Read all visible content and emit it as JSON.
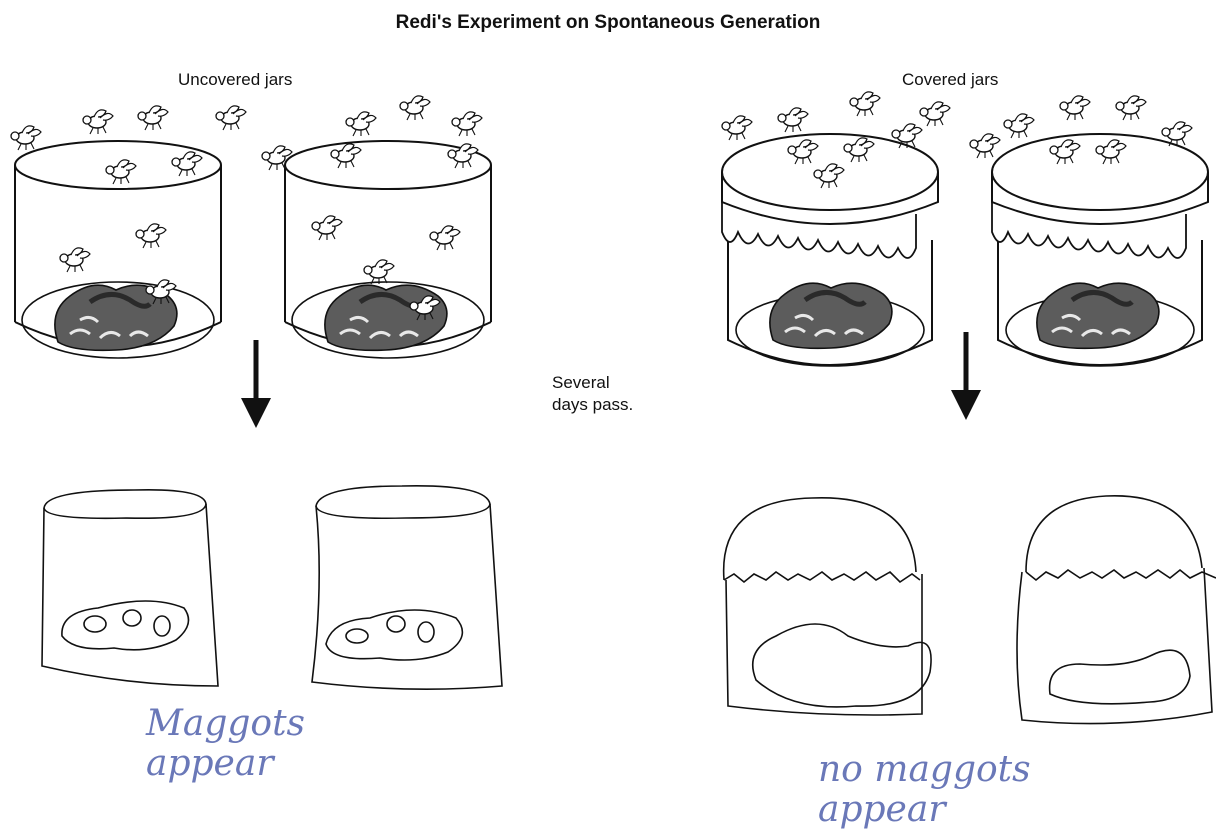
{
  "title": "Redi's Experiment on Spontaneous Generation",
  "left_label": "Uncovered jars",
  "right_label": "Covered jars",
  "middle_note": "Several\ndays pass.",
  "handwritten_left": "Maggots\nappear",
  "handwritten_right": "no maggots\nappear",
  "colors": {
    "ink": "#111111",
    "pencil": "#6a78b8",
    "meat": "#555555"
  }
}
